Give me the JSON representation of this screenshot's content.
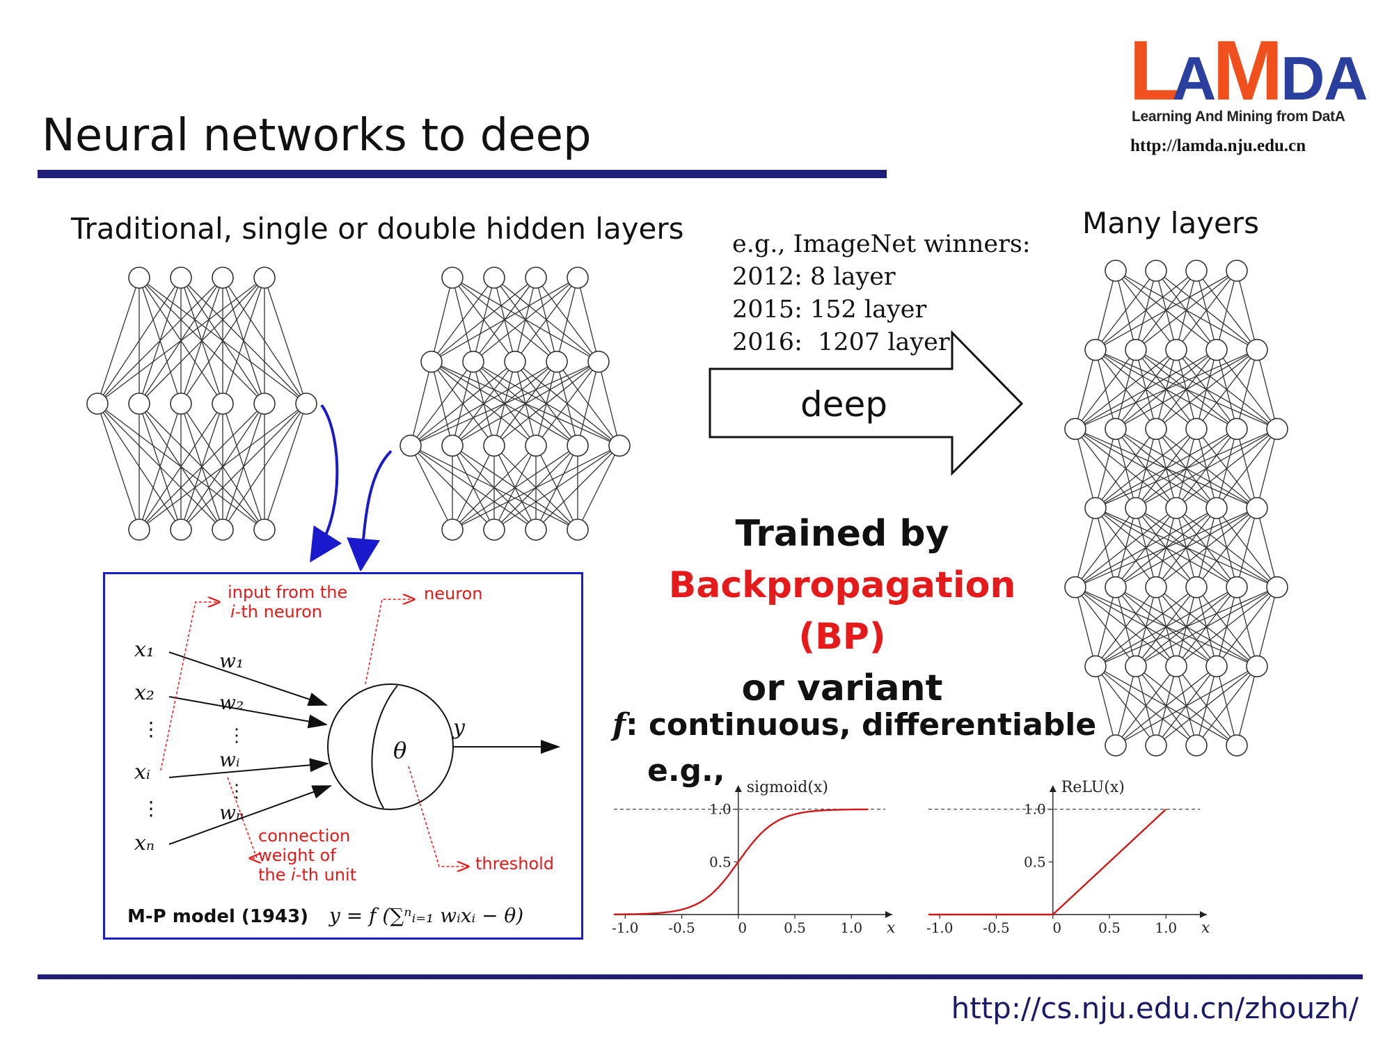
{
  "slide": {
    "title": "Neural networks to deep",
    "footer_url": "http://cs.nju.edu.cn/zhouzh/"
  },
  "logo": {
    "letters": [
      "L",
      "A",
      "M",
      "D",
      "A"
    ],
    "tagline": "Learning And Mining from DatA",
    "url": "http://lamda.nju.edu.cn",
    "colors": {
      "red": "#f0501e",
      "blue": "#2b3f9e"
    }
  },
  "left_section": {
    "heading": "Traditional, single or double hidden layers",
    "shallow_net_layers": [
      4,
      6,
      4
    ],
    "double_hidden_net_layers": [
      4,
      5,
      6,
      4
    ]
  },
  "right_section": {
    "heading": "Many layers",
    "deep_net_layers": [
      4,
      5,
      6,
      5,
      6,
      5,
      4
    ]
  },
  "imagenet": {
    "lines": [
      "e.g., ImageNet winners:",
      "2012: 8 layer",
      "2015: 152 layer",
      "2016:  1207 layer"
    ]
  },
  "arrow": {
    "label": "deep"
  },
  "training": {
    "line1": "Trained by",
    "line2": "Backpropagation (BP)",
    "line3": "or variant",
    "highlight_color": "#e51a1a"
  },
  "activation_text": {
    "f": "f",
    "rest": ": continuous, differentiable",
    "eg": "e.g.,"
  },
  "mp_model": {
    "annotation_input_1": "input from the",
    "annotation_input_2": "-th neuron",
    "annotation_input_i": "i",
    "annotation_neuron": "neuron",
    "annotation_weight_1": "connection",
    "annotation_weight_2": "weight of",
    "annotation_weight_3a": "the ",
    "annotation_weight_3i": "i",
    "annotation_weight_3b": "-th unit",
    "annotation_threshold": "threshold",
    "inputs": [
      "x₁",
      "x₂",
      "xᵢ",
      "xₙ"
    ],
    "weights": [
      "w₁",
      "w₂",
      "wᵢ",
      "wₙ"
    ],
    "output": "y",
    "theta": "θ",
    "caption": "M-P model (1943)",
    "formula": "y = f (∑ⁿᵢ₌₁ wᵢxᵢ − θ)",
    "box_color": "#1a1acc",
    "annotation_color": "#e51a1a"
  },
  "chart_data": [
    {
      "type": "line",
      "title": "sigmoid(x)",
      "xlabel": "x",
      "x_ticks": [
        "-1.0",
        "-0.5",
        "0",
        "0.5",
        "1.0"
      ],
      "y_ticks": [
        "0.5",
        "1.0"
      ],
      "xlim": [
        -1.1,
        1.3
      ],
      "ylim": [
        0,
        1.15
      ],
      "series": [
        {
          "function": "sigmoid",
          "color": "#d01818"
        }
      ],
      "reference_line_y": 1.0
    },
    {
      "type": "line",
      "title": "ReLU(x)",
      "xlabel": "x",
      "x_ticks": [
        "-1.0",
        "-0.5",
        "0",
        "0.5",
        "1.0"
      ],
      "y_ticks": [
        "0.5",
        "1.0"
      ],
      "xlim": [
        -1.1,
        1.3
      ],
      "ylim": [
        0,
        1.15
      ],
      "series": [
        {
          "function": "relu",
          "color": "#d01818"
        }
      ],
      "reference_line_y": 1.0
    }
  ]
}
